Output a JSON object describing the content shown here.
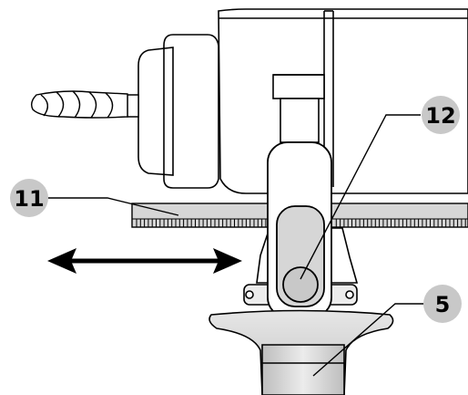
{
  "figure": {
    "callouts": [
      {
        "id": "11",
        "label": "11",
        "part": "depth-gauge-rack"
      },
      {
        "id": "12",
        "label": "12",
        "part": "locking-knob"
      },
      {
        "id": "5",
        "label": "5",
        "part": "auxiliary-handle"
      }
    ],
    "motion_indicator": "double-headed-arrow",
    "colors": {
      "outline": "#000000",
      "callout_bubble": "#c8c8c8",
      "shading_light": "#ececec",
      "shading_mid": "#d6d6d6",
      "shading_dark": "#bdbdbd",
      "background": "#ffffff"
    }
  }
}
